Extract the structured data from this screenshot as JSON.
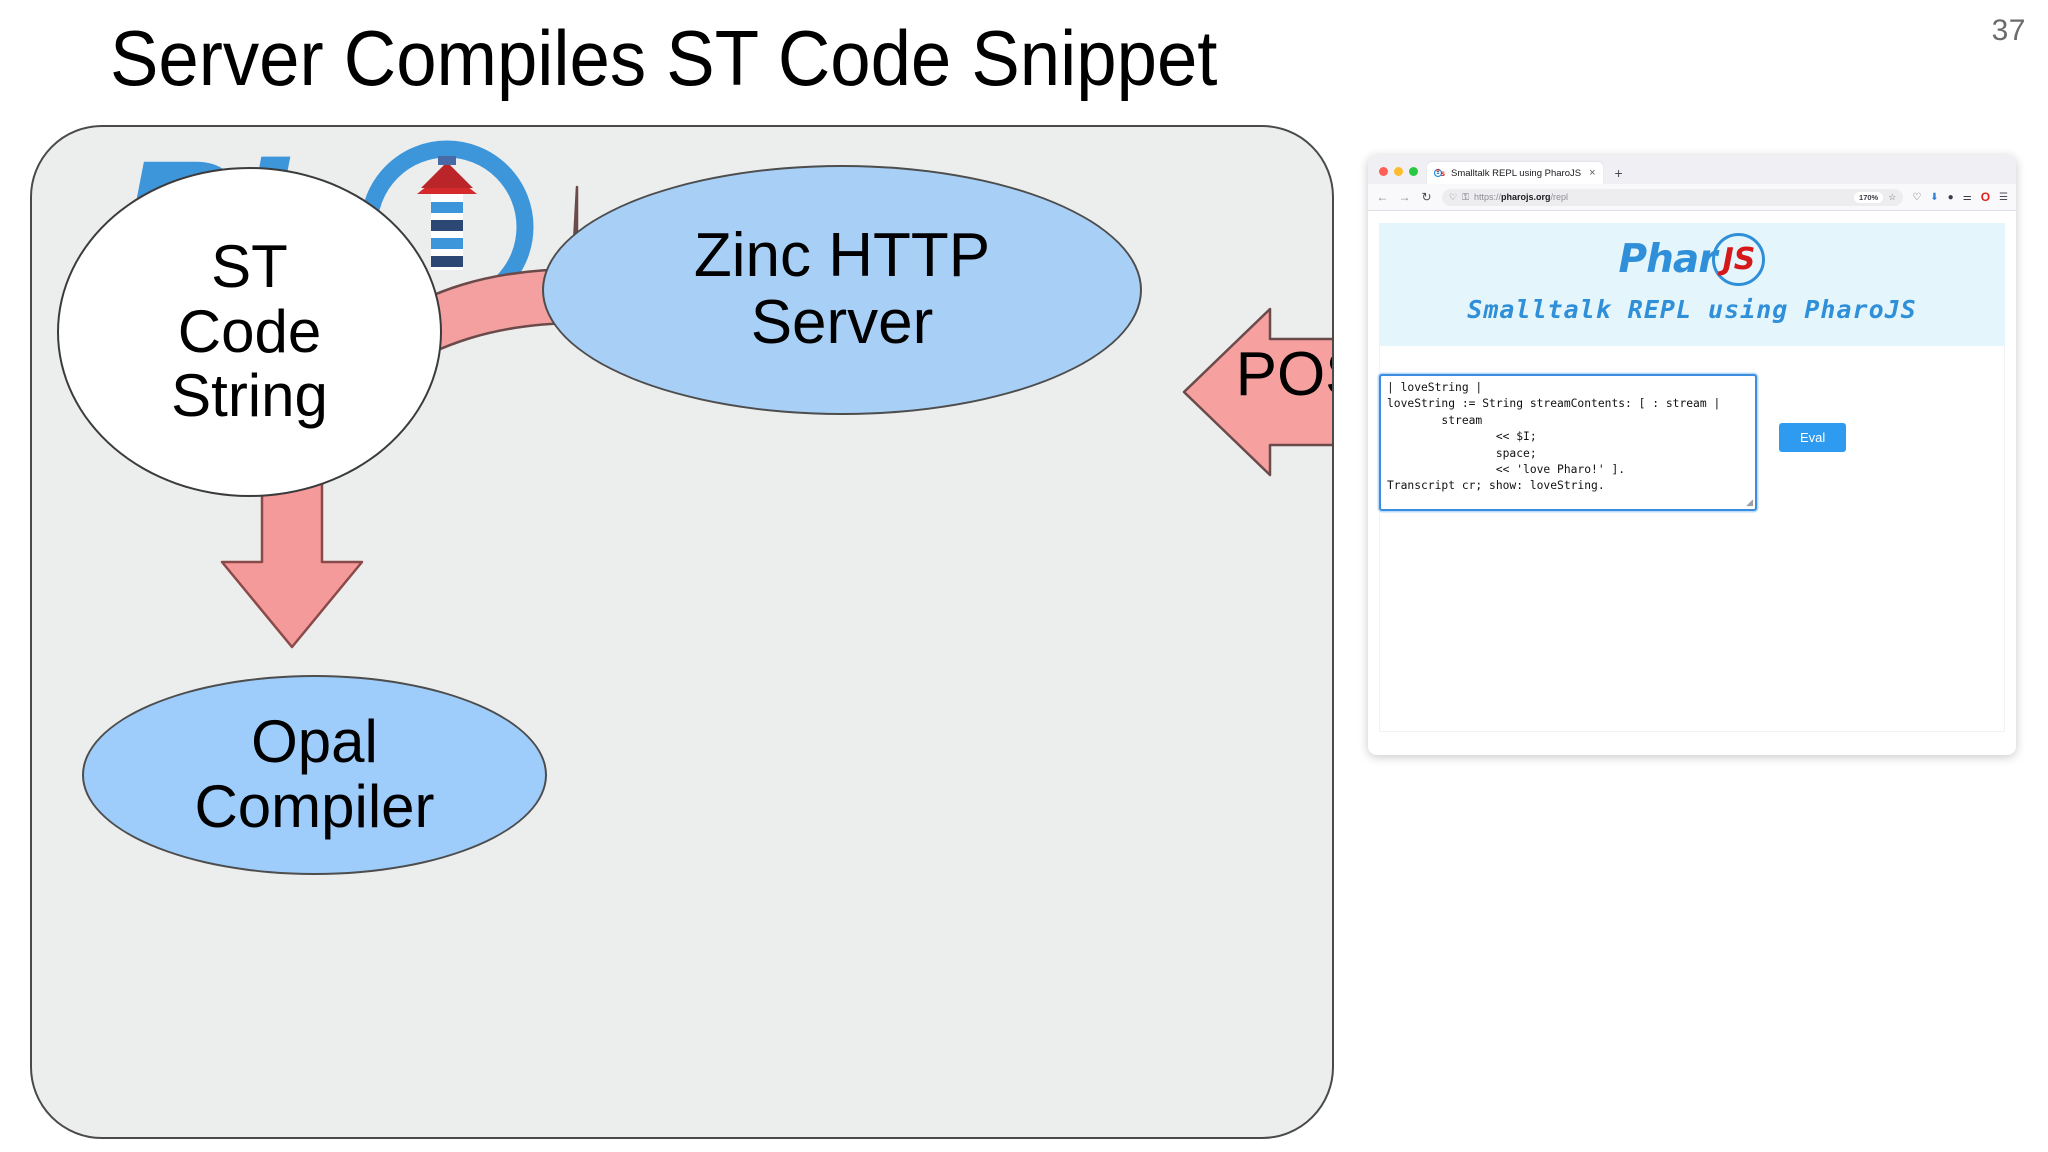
{
  "slide": {
    "title": "Server Compiles ST Code Snippet",
    "page_number": "37"
  },
  "diagram": {
    "watermark_icon": "pharo-logo-watermark",
    "nodes": [
      {
        "id": "st-code-string",
        "label": "ST\nCode\nString",
        "shape": "circle",
        "fill": "#ffffff",
        "stroke": "#3b3b3b"
      },
      {
        "id": "zinc-http-server",
        "label": "Zinc HTTP\nServer",
        "shape": "ellipse",
        "fill": "#a8d0f7",
        "stroke": "#4d4d4d"
      },
      {
        "id": "opal-compiler",
        "label": "Opal\nCompiler",
        "shape": "ellipse",
        "fill": "#9ecdfb",
        "stroke": "#4d4d4d"
      }
    ],
    "arrows": [
      {
        "id": "post-arrow",
        "label": "POST",
        "direction": "left",
        "fill": "#f6a0a0",
        "stroke": "#6b4a4a"
      },
      {
        "id": "server-to-string-arrow",
        "label": "",
        "direction": "curved-left",
        "fill": "#f4a0a0",
        "stroke": "#6b4a4a"
      },
      {
        "id": "string-to-compiler-arrow",
        "label": "",
        "direction": "down",
        "fill": "#f59a9a",
        "stroke": "#8b4a4a"
      }
    ]
  },
  "browser": {
    "traffic_lights": [
      "close-red",
      "minimize-yellow",
      "maximize-green"
    ],
    "tab": {
      "favicon": "pharojs-favicon",
      "title": "Smalltalk REPL using PharoJS",
      "close_icon": "×"
    },
    "new_tab_icon": "+",
    "toolbar": {
      "back_icon": "←",
      "forward_icon": "→",
      "reload_icon": "↻",
      "shield_icon": "♡",
      "lock_icon": "⚿",
      "url_scheme": "https://",
      "url_host": "pharojs.org",
      "url_path": "/repl",
      "zoom_level": "170%",
      "bookmark_icon": "☆",
      "right_icons": [
        "pocket-icon",
        "downloads-icon",
        "account-icon",
        "library-icon",
        "opera-icon",
        "menu-icon"
      ]
    }
  },
  "page": {
    "logo": {
      "text_left": "Phar",
      "text_circle": "JS"
    },
    "tagline": "Smalltalk REPL using PharoJS",
    "editor": {
      "code": "| loveString |\nloveString := String streamContents: [ : stream |\n        stream\n                << $I;\n                space;\n                << 'love Pharo!' ].\nTranscript cr; show: loveString.",
      "resize_grip_icon": "◢"
    },
    "eval_button_label": "Eval"
  },
  "colors": {
    "node_blue": "#a8d0f7",
    "arrow_pink": "#f6a0a0",
    "panel_bg": "#eceded",
    "banner_bg": "#e4f6fb",
    "brand_blue": "#2f8fd8",
    "brand_red": "#d5191b",
    "eval_blue": "#2e9bf0"
  }
}
